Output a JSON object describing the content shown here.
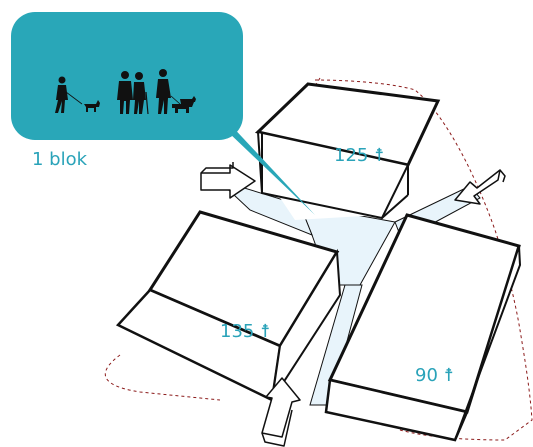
{
  "callout": {
    "label": "1 blok",
    "icons": [
      "walker-with-dog-icon",
      "elderly-couple-icon",
      "person-with-dogs-icon"
    ]
  },
  "blocks": [
    {
      "id": "north",
      "count": "125"
    },
    {
      "id": "west",
      "count": "135"
    },
    {
      "id": "east",
      "count": "90"
    }
  ],
  "person_glyph": "☨",
  "colors": {
    "accent": "#2aa3b9",
    "callout_fill": "#29a7b8",
    "path_fill": "#e8f4fb",
    "outline": "#111111",
    "boundary": "#8b1a1a"
  }
}
